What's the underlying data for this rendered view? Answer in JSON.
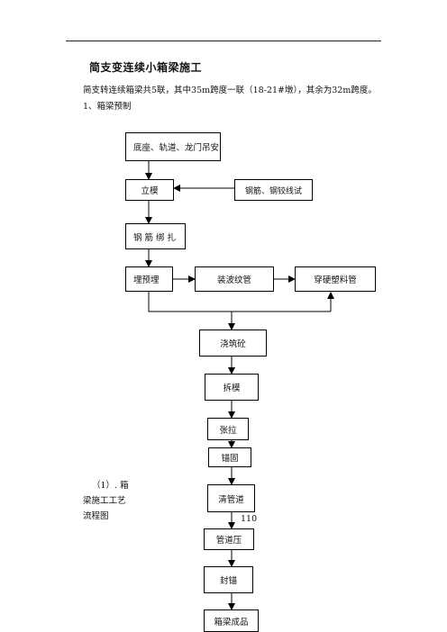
{
  "doc": {
    "title": "简支变连续小箱梁施工",
    "paragraph": "简支转连续箱梁共5联，其中35m跨度一联（18-21#墩），其余为32m跨度。",
    "section": "1、箱梁预制",
    "caption": [
      "（1）. 箱",
      "梁施工工艺",
      "流程图"
    ],
    "page_number": "110"
  },
  "flow": {
    "base": "底座、轨道、龙门吊安",
    "formwork": "立模",
    "rebar_test": "钢筋、钢铰线试",
    "rebar_tie": "钢 筋 绑 扎",
    "embed": "埋预埋",
    "duct": "装波纹管",
    "plastic_pipe": "穿硬塑料管",
    "pour": "浇筑砼",
    "demold": "拆模",
    "tension": "张拉",
    "anchor": "锚固",
    "clean_duct": "清管道",
    "grout": "管道压",
    "seal": "封锚",
    "product": "箱梁成品"
  }
}
